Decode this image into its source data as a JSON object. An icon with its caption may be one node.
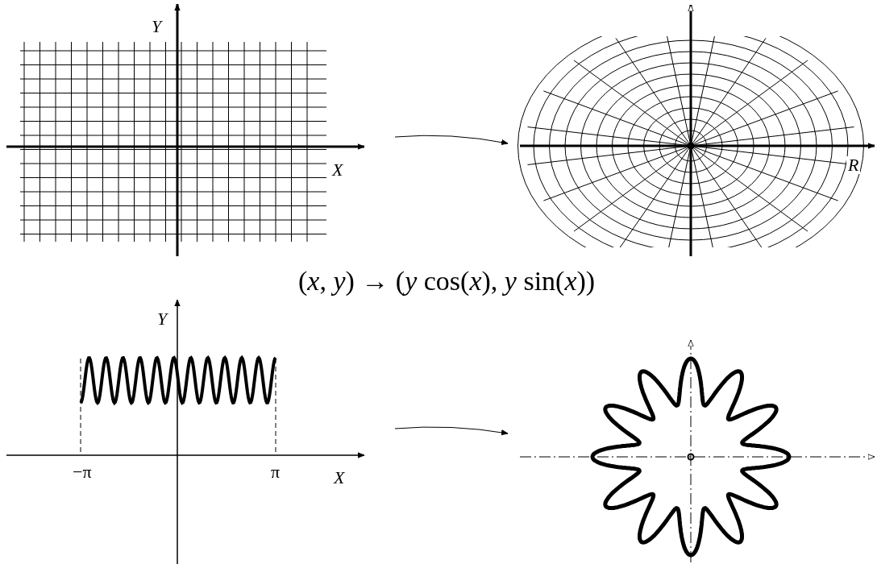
{
  "diagram": {
    "nodes": [
      {
        "text": [],
        "shape": "picture"
      },
      {
        "text": [],
        "shape": "picture"
      },
      {
        "text": [],
        "shape": "picture"
      },
      {
        "text": [],
        "shape": "picture"
      }
    ],
    "edges": [
      {
        "from": 0,
        "to": 1,
        "arrow": "to"
      },
      {
        "from": 2,
        "to": 3,
        "arrow": "to"
      }
    ],
    "labels": [
      "Y",
      "X",
      "R",
      "(*x*, *y*)  →  (*y* cos(*x*), *y* sin(*x*))",
      "Y",
      "−π",
      "π",
      "X"
    ]
  }
}
